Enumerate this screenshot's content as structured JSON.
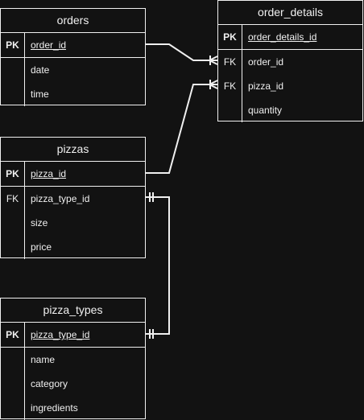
{
  "entities": {
    "orders": {
      "title": "orders",
      "rows": [
        {
          "key": "PK",
          "field": "order_id"
        },
        {
          "key": "",
          "field": "date"
        },
        {
          "key": "",
          "field": "time"
        }
      ]
    },
    "order_details": {
      "title": "order_details",
      "rows": [
        {
          "key": "PK",
          "field": "order_details_id"
        },
        {
          "key": "FK",
          "field": "order_id"
        },
        {
          "key": "FK",
          "field": "pizza_id"
        },
        {
          "key": "",
          "field": "quantity"
        }
      ]
    },
    "pizzas": {
      "title": "pizzas",
      "rows": [
        {
          "key": "PK",
          "field": "pizza_id"
        },
        {
          "key": "FK",
          "field": "pizza_type_id"
        },
        {
          "key": "",
          "field": "size"
        },
        {
          "key": "",
          "field": "price"
        }
      ]
    },
    "pizza_types": {
      "title": "pizza_types",
      "rows": [
        {
          "key": "PK",
          "field": "pizza_type_id"
        },
        {
          "key": "",
          "field": "name"
        },
        {
          "key": "",
          "field": "category"
        },
        {
          "key": "",
          "field": "ingredients"
        }
      ]
    }
  },
  "colors": {
    "background": "#121212",
    "line": "#f0f0f0",
    "text": "#f0f0f0"
  }
}
